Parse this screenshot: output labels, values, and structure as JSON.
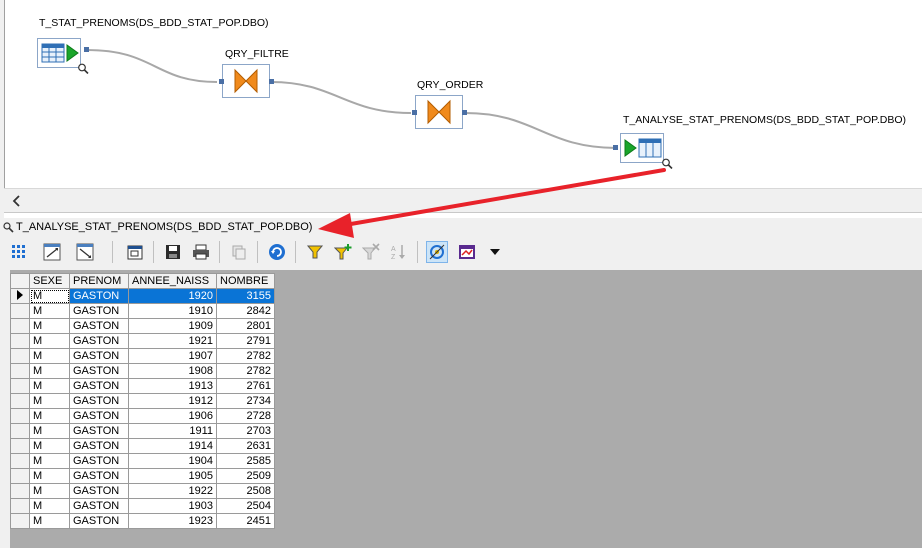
{
  "flow": {
    "source": {
      "label": "T_STAT_PRENOMS(DS_BDD_STAT_POP.DBO)"
    },
    "query1": {
      "label": "QRY_FILTRE"
    },
    "query2": {
      "label": "QRY_ORDER"
    },
    "target": {
      "label": "T_ANALYSE_STAT_PRENOMS(DS_BDD_STAT_POP.DBO)"
    }
  },
  "viewer": {
    "title": "T_ANALYSE_STAT_PRENOMS(DS_BDD_STAT_POP.DBO)"
  },
  "colors": {
    "selection": "#0a74d6",
    "arrow": "#e8222a",
    "grid_bg": "#ababab"
  },
  "icons": {
    "toolbar": [
      "grid-view-icon",
      "column-properties-icon",
      "row-properties-icon",
      "open-window-icon",
      "save-icon",
      "print-icon",
      "copy-icon",
      "refresh-icon",
      "filter-icon",
      "add-filter-icon",
      "remove-filter-icon",
      "sort-icon",
      "data-profile-icon",
      "column-chooser-icon",
      "more-dropdown-icon"
    ]
  },
  "grid": {
    "columns": [
      "SEXE",
      "PRENOM",
      "ANNEE_NAISS",
      "NOMBRE"
    ],
    "rows": [
      [
        "M",
        "GASTON",
        "1920",
        "3155"
      ],
      [
        "M",
        "GASTON",
        "1910",
        "2842"
      ],
      [
        "M",
        "GASTON",
        "1909",
        "2801"
      ],
      [
        "M",
        "GASTON",
        "1921",
        "2791"
      ],
      [
        "M",
        "GASTON",
        "1907",
        "2782"
      ],
      [
        "M",
        "GASTON",
        "1908",
        "2782"
      ],
      [
        "M",
        "GASTON",
        "1913",
        "2761"
      ],
      [
        "M",
        "GASTON",
        "1912",
        "2734"
      ],
      [
        "M",
        "GASTON",
        "1906",
        "2728"
      ],
      [
        "M",
        "GASTON",
        "1911",
        "2703"
      ],
      [
        "M",
        "GASTON",
        "1914",
        "2631"
      ],
      [
        "M",
        "GASTON",
        "1904",
        "2585"
      ],
      [
        "M",
        "GASTON",
        "1905",
        "2509"
      ],
      [
        "M",
        "GASTON",
        "1922",
        "2508"
      ],
      [
        "M",
        "GASTON",
        "1903",
        "2504"
      ],
      [
        "M",
        "GASTON",
        "1923",
        "2451"
      ]
    ]
  }
}
